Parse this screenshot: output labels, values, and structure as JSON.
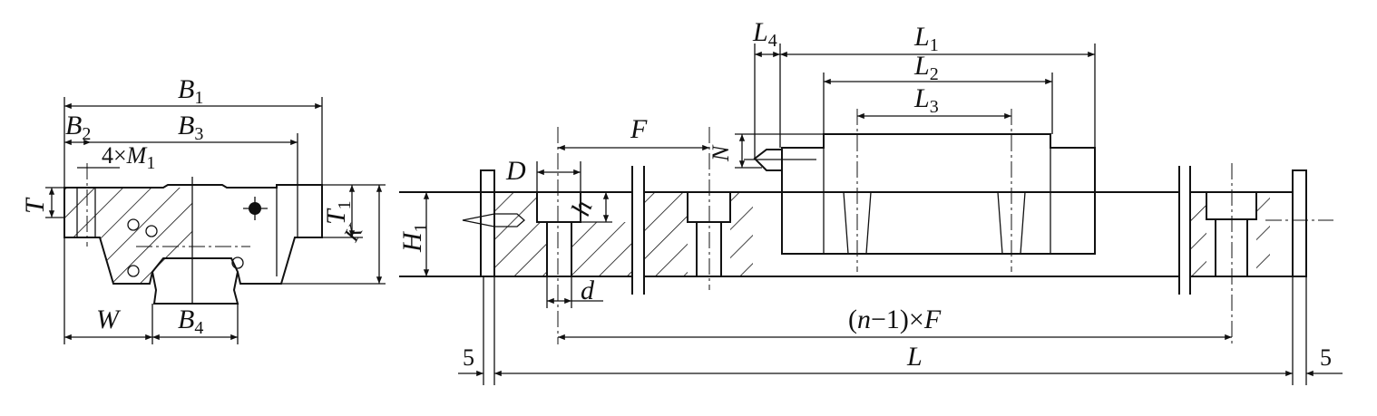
{
  "labels": {
    "B1": {
      "t": "B",
      "s": "1"
    },
    "B2": {
      "t": "B",
      "s": "2"
    },
    "B3": {
      "t": "B",
      "s": "3"
    },
    "M1": {
      "pre": "4×",
      "t": "M",
      "s": "1"
    },
    "T": {
      "t": "T"
    },
    "T1": {
      "t": "T",
      "s": "1"
    },
    "K": {
      "t": "K"
    },
    "W": {
      "t": "W"
    },
    "B4": {
      "t": "B",
      "s": "4"
    },
    "H1": {
      "t": "H",
      "s": "1"
    },
    "D": {
      "t": "D"
    },
    "h": {
      "t": "h"
    },
    "d": {
      "t": "d"
    },
    "F": {
      "t": "F"
    },
    "N": {
      "t": "N"
    },
    "L4": {
      "t": "L",
      "s": "4"
    },
    "L1": {
      "t": "L",
      "s": "1"
    },
    "L2": {
      "t": "L",
      "s": "2"
    },
    "L3": {
      "t": "L",
      "s": "3"
    },
    "nF": {
      "pre": "(",
      "n": "n",
      "mid": "−1)×",
      "t": "F"
    },
    "L": {
      "t": "L"
    },
    "five_left": "5",
    "five_right": "5"
  }
}
